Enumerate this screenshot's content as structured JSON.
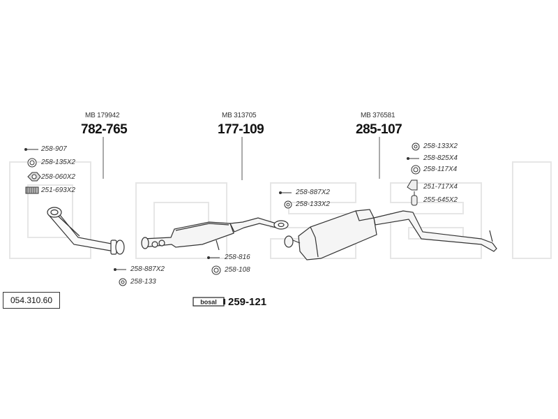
{
  "watermark": "bosal",
  "reference": "054.310.60",
  "sections": [
    {
      "oe": "MB 179942",
      "part_number": "782-765"
    },
    {
      "oe": "MB 313705",
      "part_number": "177-109"
    },
    {
      "oe": "MB 376581",
      "part_number": "285-107"
    }
  ],
  "parts": {
    "front_bolt": "258-907",
    "front_ring": "258-135X2",
    "front_nut": "258-060X2",
    "front_spring": "251-693X2",
    "front_bolt_low": "258-887X2",
    "front_ring_low": "258-133",
    "mid_bolt": "258-816",
    "mid_ring": "258-108",
    "rear_bolt": "258-887X2",
    "rear_ring": "258-133X2",
    "tail_ring": "258-133X2",
    "tail_bolt": "258-825X4",
    "tail_ring2": "258-117X4",
    "tail_bracket": "251-717X4",
    "tail_hanger": "255-645X2"
  },
  "kit": {
    "brand": "bosal",
    "number": "259-121"
  }
}
